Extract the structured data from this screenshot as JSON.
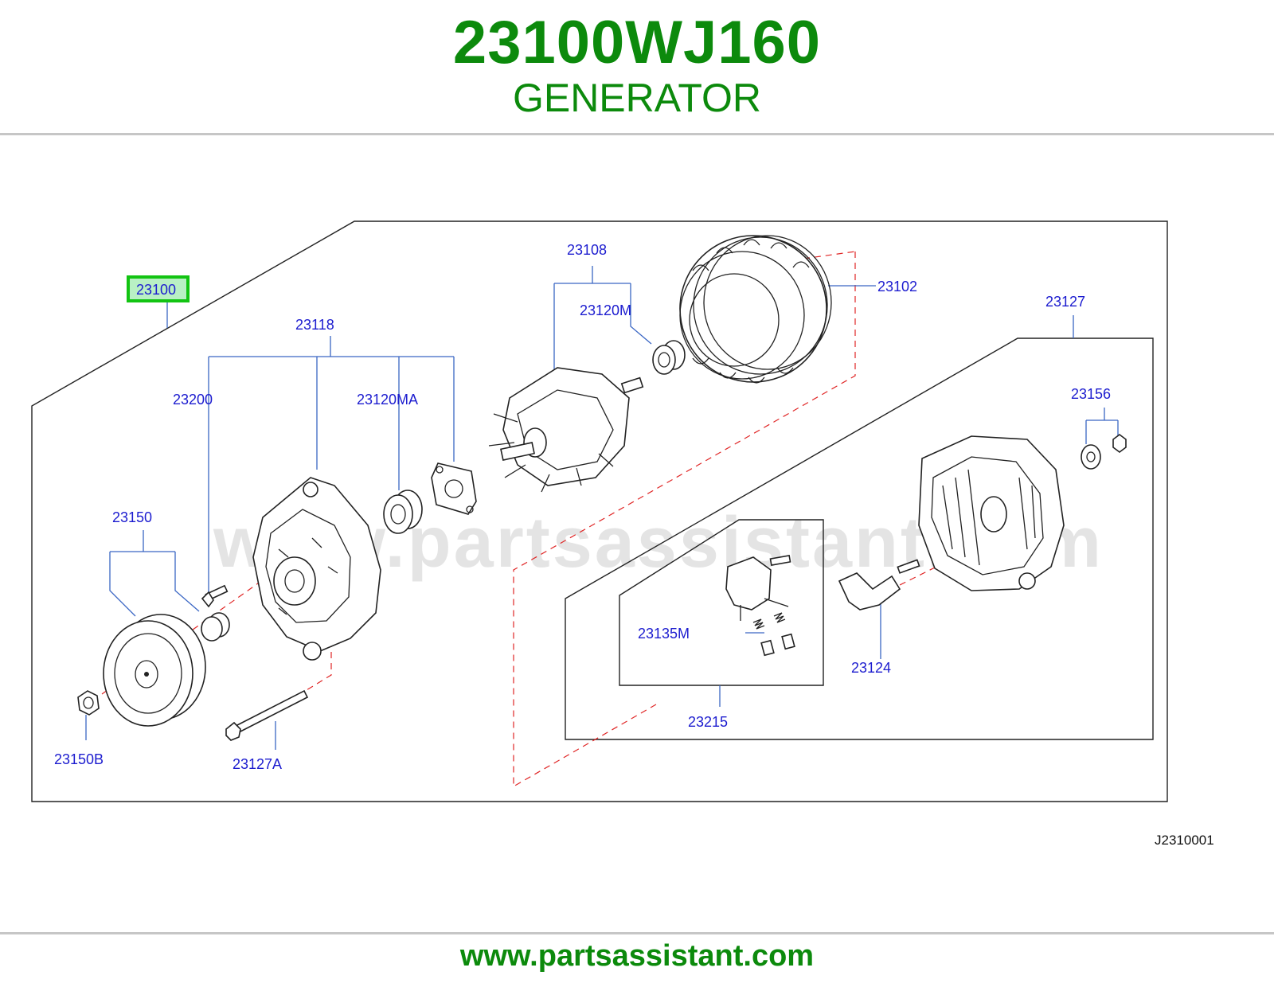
{
  "header": {
    "part_number": "23100WJ160",
    "part_name": "GENERATOR"
  },
  "diagram": {
    "highlighted_label": "23100",
    "labels": {
      "l23108": "23108",
      "l23102": "23102",
      "l23120m": "23120M",
      "l23127": "23127",
      "l23118": "23118",
      "l23200": "23200",
      "l23120ma": "23120MA",
      "l23156": "23156",
      "l23150": "23150",
      "l23135m": "23135M",
      "l23124": "23124",
      "l23215": "23215",
      "l23150b": "23150B",
      "l23127a": "23127A"
    },
    "figure_code": "J2310001",
    "watermark": "www.partsassistant.com",
    "colors": {
      "brand_green": "#0c8a0c",
      "label_blue": "#1c1ccf",
      "leader_blue": "#3a66c4",
      "dashed_red": "#e02525",
      "highlight_green": "#12c412"
    }
  },
  "footer": {
    "url": "www.partsassistant.com"
  }
}
